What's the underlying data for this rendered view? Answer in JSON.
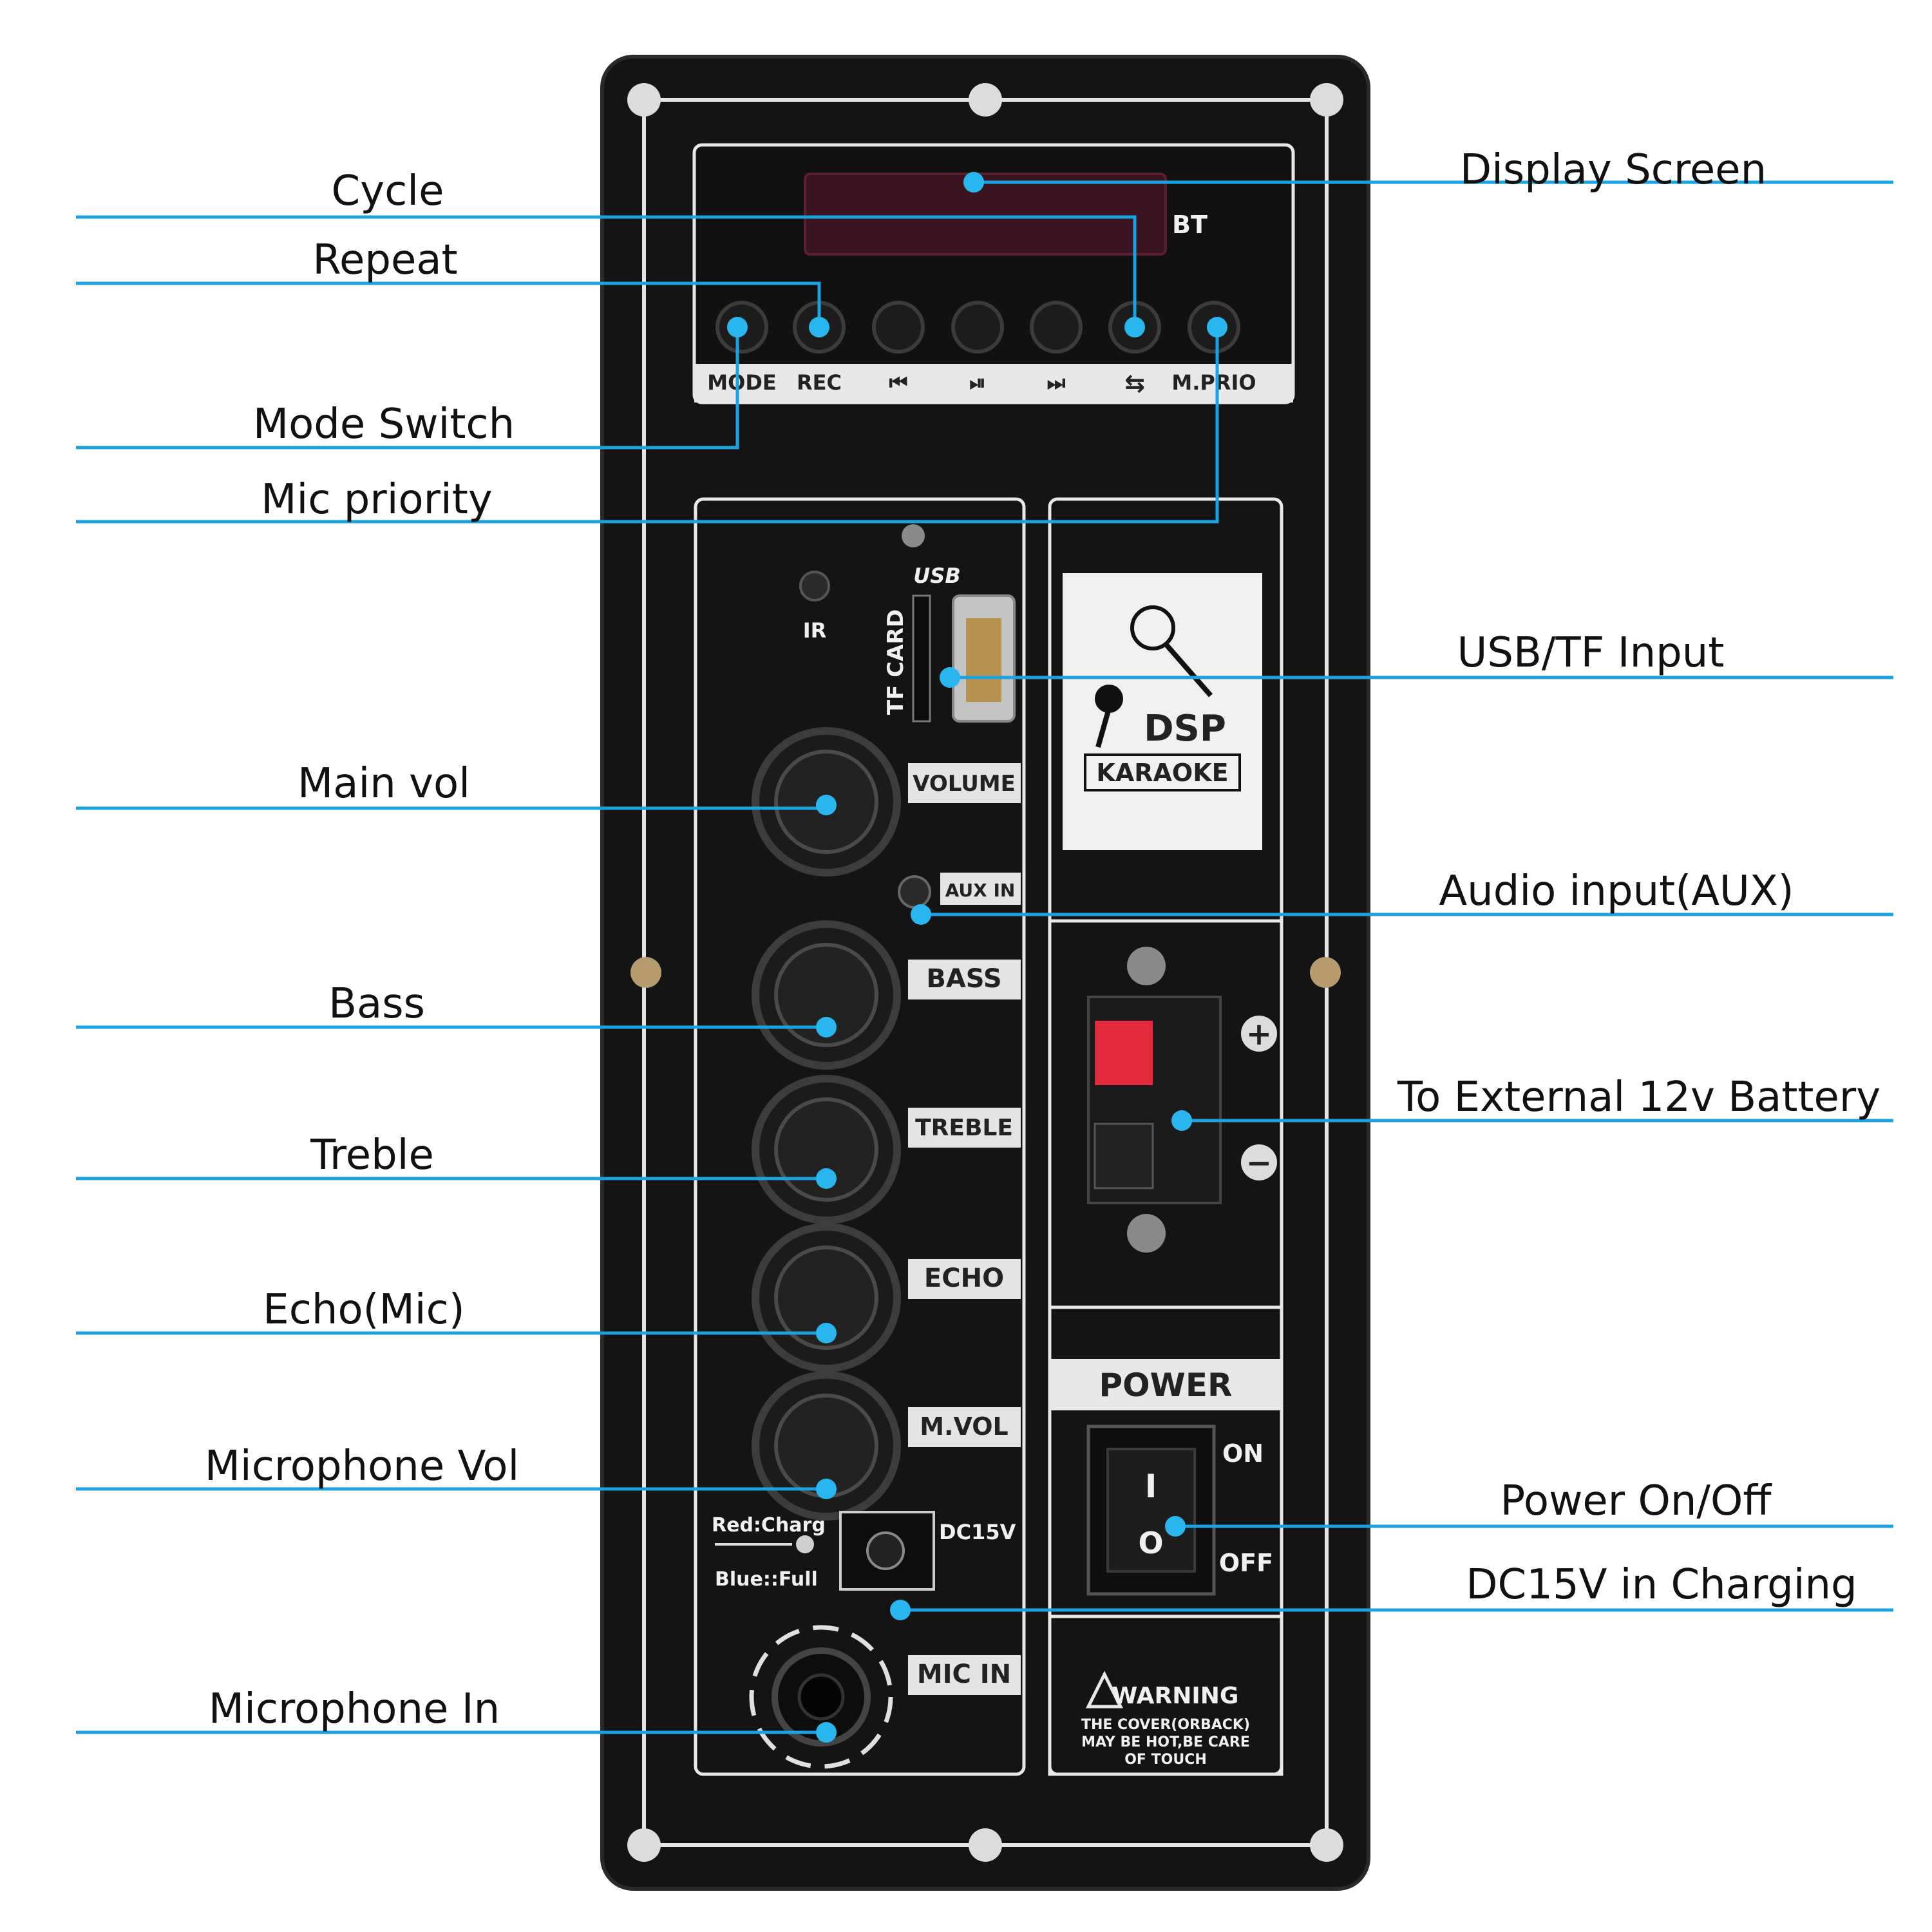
{
  "callouts_left": [
    {
      "id": "cycle",
      "label": "Cycle"
    },
    {
      "id": "repeat",
      "label": "Repeat"
    },
    {
      "id": "mode-switch",
      "label": "Mode Switch"
    },
    {
      "id": "mic-priority",
      "label": "Mic priority"
    },
    {
      "id": "main-vol",
      "label": "Main vol"
    },
    {
      "id": "bass",
      "label": "Bass"
    },
    {
      "id": "treble",
      "label": "Treble"
    },
    {
      "id": "echo-mic",
      "label": "Echo(Mic)"
    },
    {
      "id": "microphone-vol",
      "label": "Microphone Vol"
    },
    {
      "id": "microphone-in",
      "label": "Microphone In"
    }
  ],
  "callouts_right": [
    {
      "id": "display-screen",
      "label": "Display Screen"
    },
    {
      "id": "usb-tf-input",
      "label": "USB/TF Input"
    },
    {
      "id": "audio-input-aux",
      "label": "Audio input(AUX)"
    },
    {
      "id": "external-battery",
      "label": "To External 12v Battery"
    },
    {
      "id": "power-on-off",
      "label": "Power On/Off"
    },
    {
      "id": "dc15v-charging",
      "label": "DC15V in Charging"
    }
  ],
  "panel": {
    "bt_label": "BT",
    "buttons": [
      "MODE",
      "REC",
      "⏮",
      "⏯",
      "⏭",
      "⇆",
      "M.PRIO"
    ],
    "ir_label": "IR",
    "usb_label": "USB",
    "tf_label": "TF CARD",
    "knobs": [
      "VOLUME",
      "BASS",
      "TREBLE",
      "ECHO",
      "M.VOL"
    ],
    "aux_label": "AUX IN",
    "charge_red": "Red:Charg",
    "charge_blue": "Blue::Full",
    "dc_label": "DC15V",
    "mic_in_label": "MIC IN",
    "dsp_label": "DSP",
    "karaoke_label": "KARAOKE",
    "plus": "+",
    "minus": "−",
    "power_label": "POWER",
    "on_label": "ON",
    "off_label": "OFF",
    "switch_on_mark": "I",
    "switch_off_mark": "O",
    "warning_title": "WARNING",
    "warning_lines": [
      "THE COVER(ORBACK)",
      "MAY BE HOT,BE CARE",
      "OF TOUCH"
    ]
  }
}
